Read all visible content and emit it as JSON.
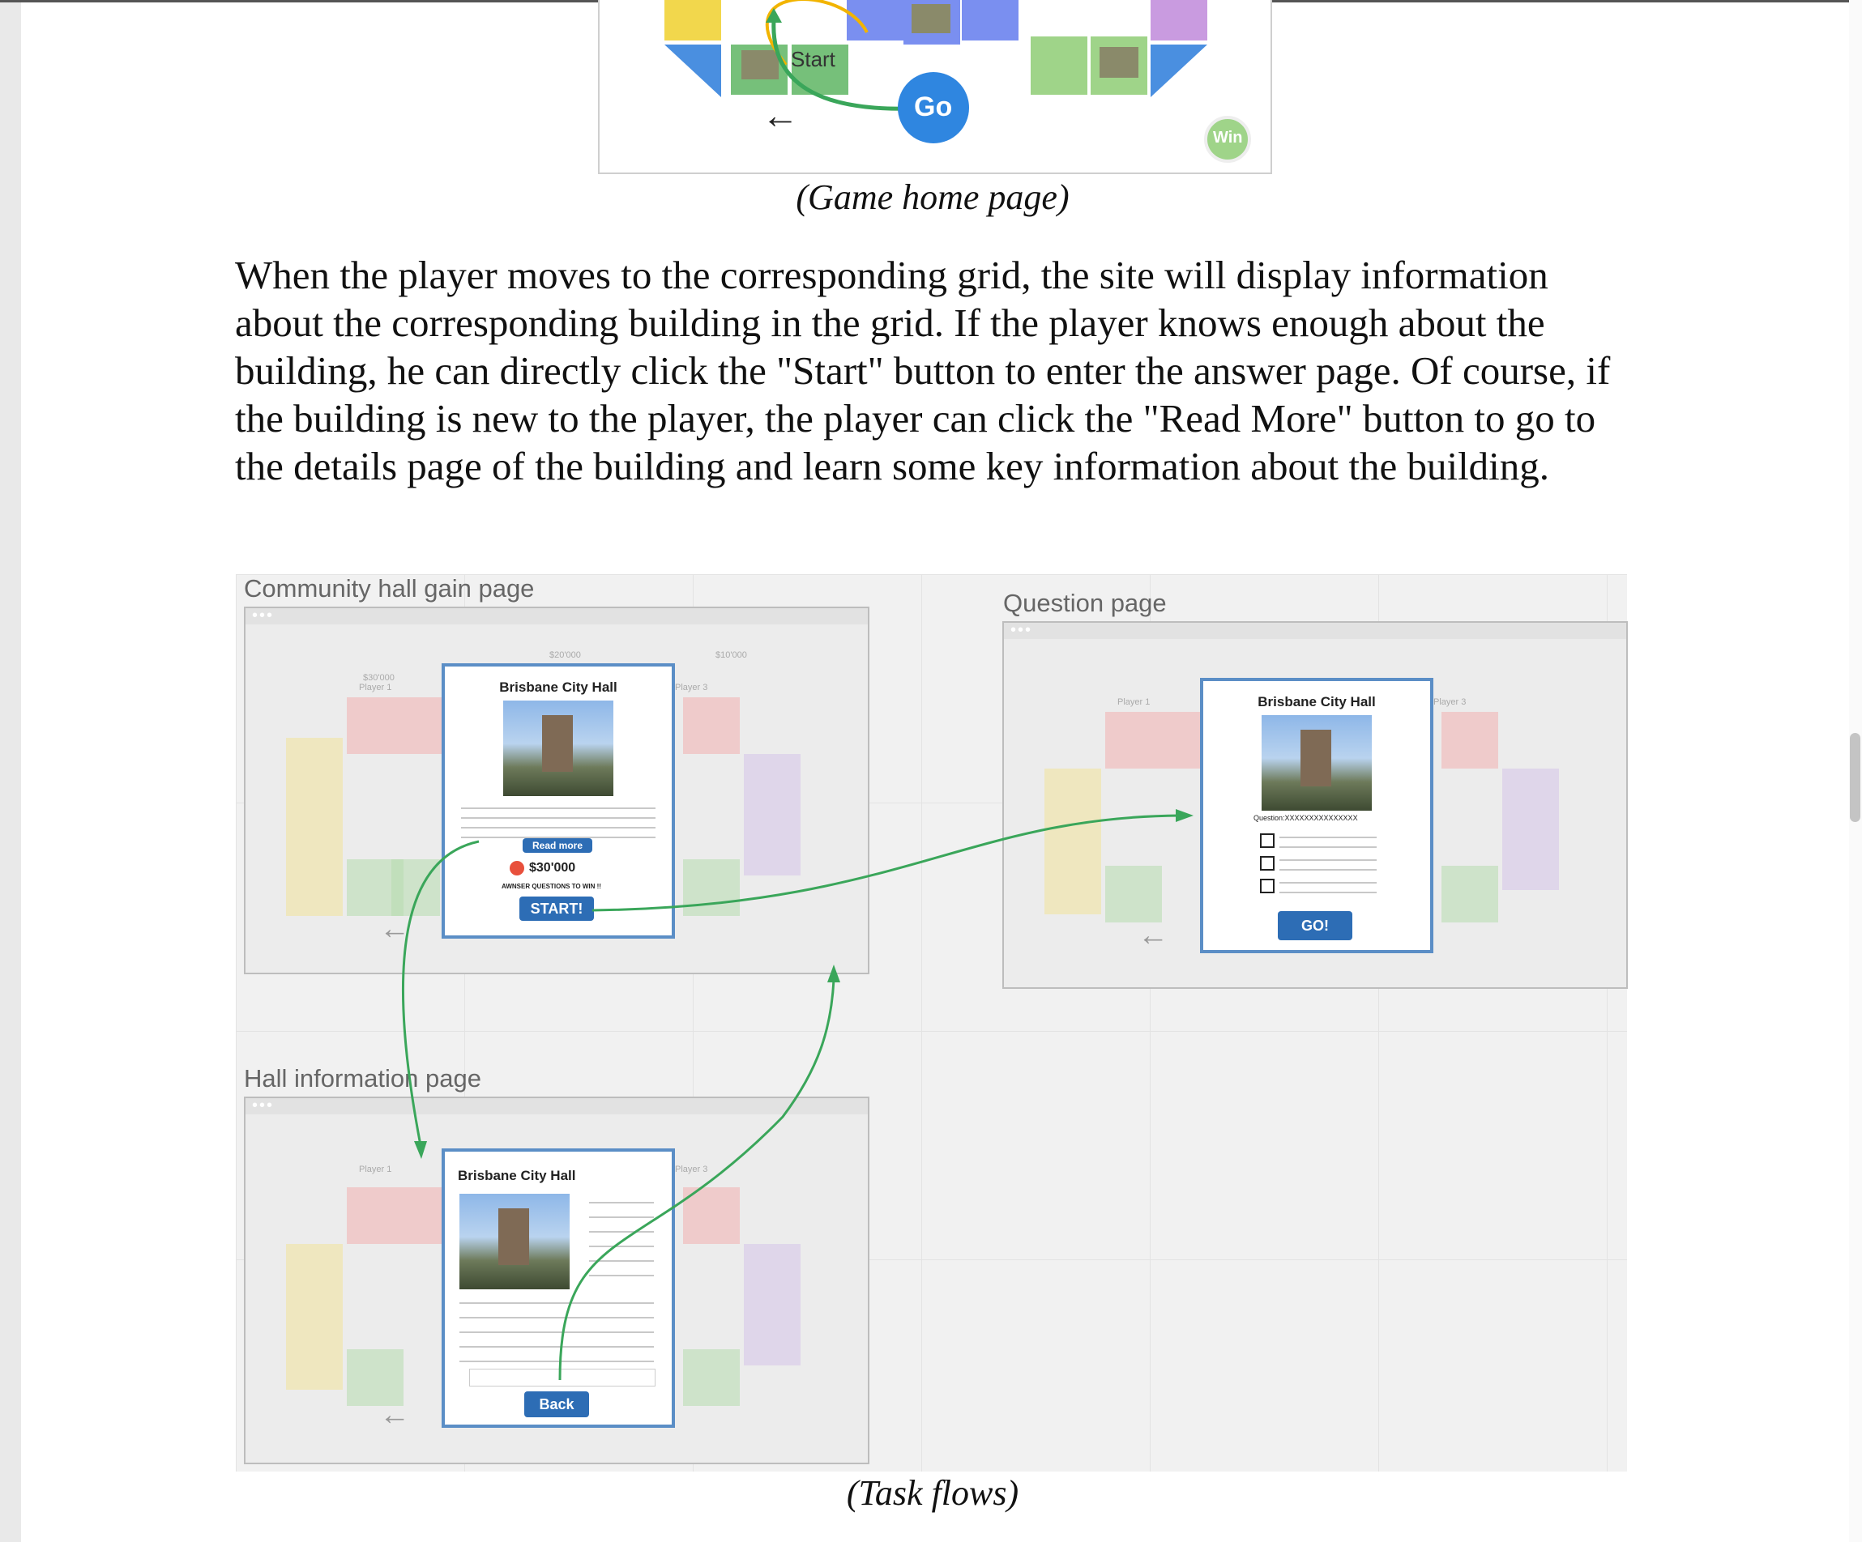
{
  "top_caption": "(Game home page)",
  "home_labels": {
    "start": "Start",
    "go": "Go",
    "win": "Win",
    "arrow": "←"
  },
  "paragraph": "When the player moves to the corresponding grid, the site will display information about the corresponding building in the grid. If the player knows enough about the building, he can directly click the \"Start\" button to enter the answer page. Of course, if the building is new to the player, the player can click the \"Read More\" button to go to the details page of the building and learn some key information about the building.",
  "flow": {
    "gain_page_label": "Community hall gain page",
    "question_page_label": "Question page",
    "hall_info_label": "Hall information page",
    "players": {
      "p1_name": "Player 1",
      "p1_money": "$30'000",
      "center_money": "$20'000",
      "p3_name": "Player 3",
      "p3_money": "$10'000"
    },
    "gain_modal": {
      "title": "Brisbane City Hall",
      "read_more": "Read more",
      "price": "$30'000",
      "note": "AWNSER QUESTIONS TO WIN !!",
      "start": "START!"
    },
    "question_modal": {
      "title": "Brisbane City Hall",
      "question": "Question:XXXXXXXXXXXXXXX",
      "go": "GO!"
    },
    "info_modal": {
      "title": "Brisbane City Hall",
      "back": "Back"
    },
    "back_arrow": "←"
  },
  "bottom_caption": "(Task flows)",
  "colors": {
    "accent_blue": "#2d6db5",
    "flow_green": "#3aa65a",
    "go_blue": "#2f86e0"
  }
}
